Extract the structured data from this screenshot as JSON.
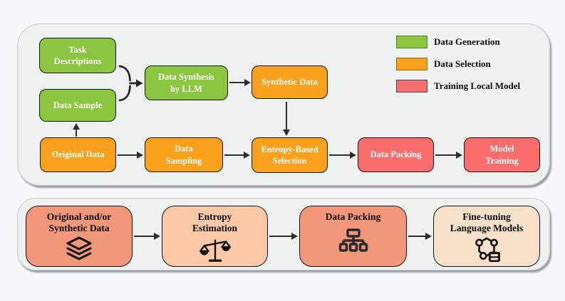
{
  "colors": {
    "page_background": "#f7f8fa",
    "panel_background": "#edf1f0",
    "data_generation_green": "#8cc540",
    "data_selection_orange": "#f9a11c",
    "training_red": "#f96d6d",
    "bottom_salmon": "#f3977b",
    "bottom_peach": "#fbc9a8",
    "bottom_light_peach": "#f7e0ca",
    "arrow": "#2e2e2e"
  },
  "top_panel": {
    "nodes": {
      "task_descriptions": {
        "line1": "Task",
        "line2": "Descriptions"
      },
      "data_sample": {
        "line1": "Data Sample",
        "line2": ""
      },
      "original_data": {
        "line1": "Original Data",
        "line2": ""
      },
      "data_synthesis": {
        "line1": "Data Synthesis",
        "line2": "by LLM"
      },
      "synthetic_data": {
        "line1": "Synthetic Data",
        "line2": ""
      },
      "data_sampling": {
        "line1": "Data",
        "line2": "Sampling"
      },
      "entropy_selection": {
        "line1": "Entropy-Based",
        "line2": "Selection"
      },
      "data_packing": {
        "line1": "Data Packing",
        "line2": ""
      },
      "model_training": {
        "line1": "Model",
        "line2": "Training"
      }
    },
    "legend": {
      "generation": {
        "label": "Data Generation",
        "color": "#8cc540"
      },
      "selection": {
        "label": "Data Selection",
        "color": "#f9a11c"
      },
      "training": {
        "label": "Training Local Model",
        "color": "#f96d6d"
      }
    }
  },
  "bottom_panel": {
    "steps": {
      "source_data": {
        "line1": "Original and/or",
        "line2": "Synthetic Data",
        "icon": "layers-icon"
      },
      "entropy_estimation": {
        "line1": "Entropy",
        "line2": "Estimation",
        "icon": "balance-scale-icon"
      },
      "data_packing": {
        "line1": "Data Packing",
        "line2": "",
        "icon": "sitemap-icon"
      },
      "fine_tuning": {
        "line1": "Fine-tuning",
        "line2": "Language Models",
        "icon": "molecule-database-icon"
      }
    }
  }
}
